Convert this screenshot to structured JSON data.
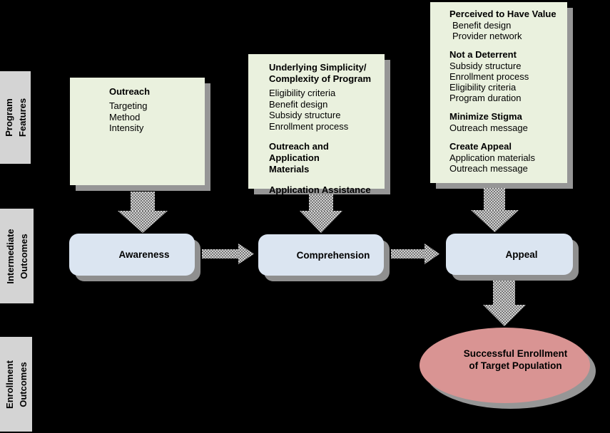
{
  "colors": {
    "background": "#000000",
    "feature_box_fill": "#eaf1de",
    "outcome_box_fill": "#dbe5f1",
    "ellipse_fill": "#d99493",
    "side_label_fill": "#d4d4d4",
    "shadow": "#969696",
    "arrow_dark": "#787878",
    "arrow_light": "#d2d2d2",
    "text": "#000000"
  },
  "side_labels": [
    {
      "text": "Program\nFeatures"
    },
    {
      "text": "Intermediate\nOutcomes"
    },
    {
      "text": "Enrollment\nOutcomes"
    }
  ],
  "feature_boxes": {
    "outreach": {
      "title": "Outreach",
      "items": [
        "Targeting",
        "Method",
        "Intensity"
      ]
    },
    "simplicity": {
      "title": "Underlying Simplicity/\nComplexity of Program",
      "items": [
        "Eligibility criteria",
        "Benefit design",
        "Subsidy structure",
        "Enrollment process"
      ],
      "heading2": "Outreach and Application\nMaterials",
      "heading3": "Application Assistance"
    },
    "value": {
      "groups": [
        {
          "heading": "Perceived to Have Value",
          "items": [
            "Benefit design",
            "Provider network"
          ]
        },
        {
          "heading": "Not a Deterrent",
          "items": [
            "Subsidy structure",
            "Enrollment process",
            "Eligibility criteria",
            "Program duration"
          ]
        },
        {
          "heading": "Minimize Stigma",
          "items": [
            "Outreach message"
          ]
        },
        {
          "heading": "Create Appeal",
          "items": [
            "Application materials",
            "Outreach message"
          ]
        }
      ]
    }
  },
  "outcome_boxes": [
    {
      "label": "Awareness"
    },
    {
      "label": "Comprehension"
    },
    {
      "label": "Appeal"
    }
  ],
  "final_outcome": {
    "text": "Successful Enrollment\nof Target Population"
  }
}
